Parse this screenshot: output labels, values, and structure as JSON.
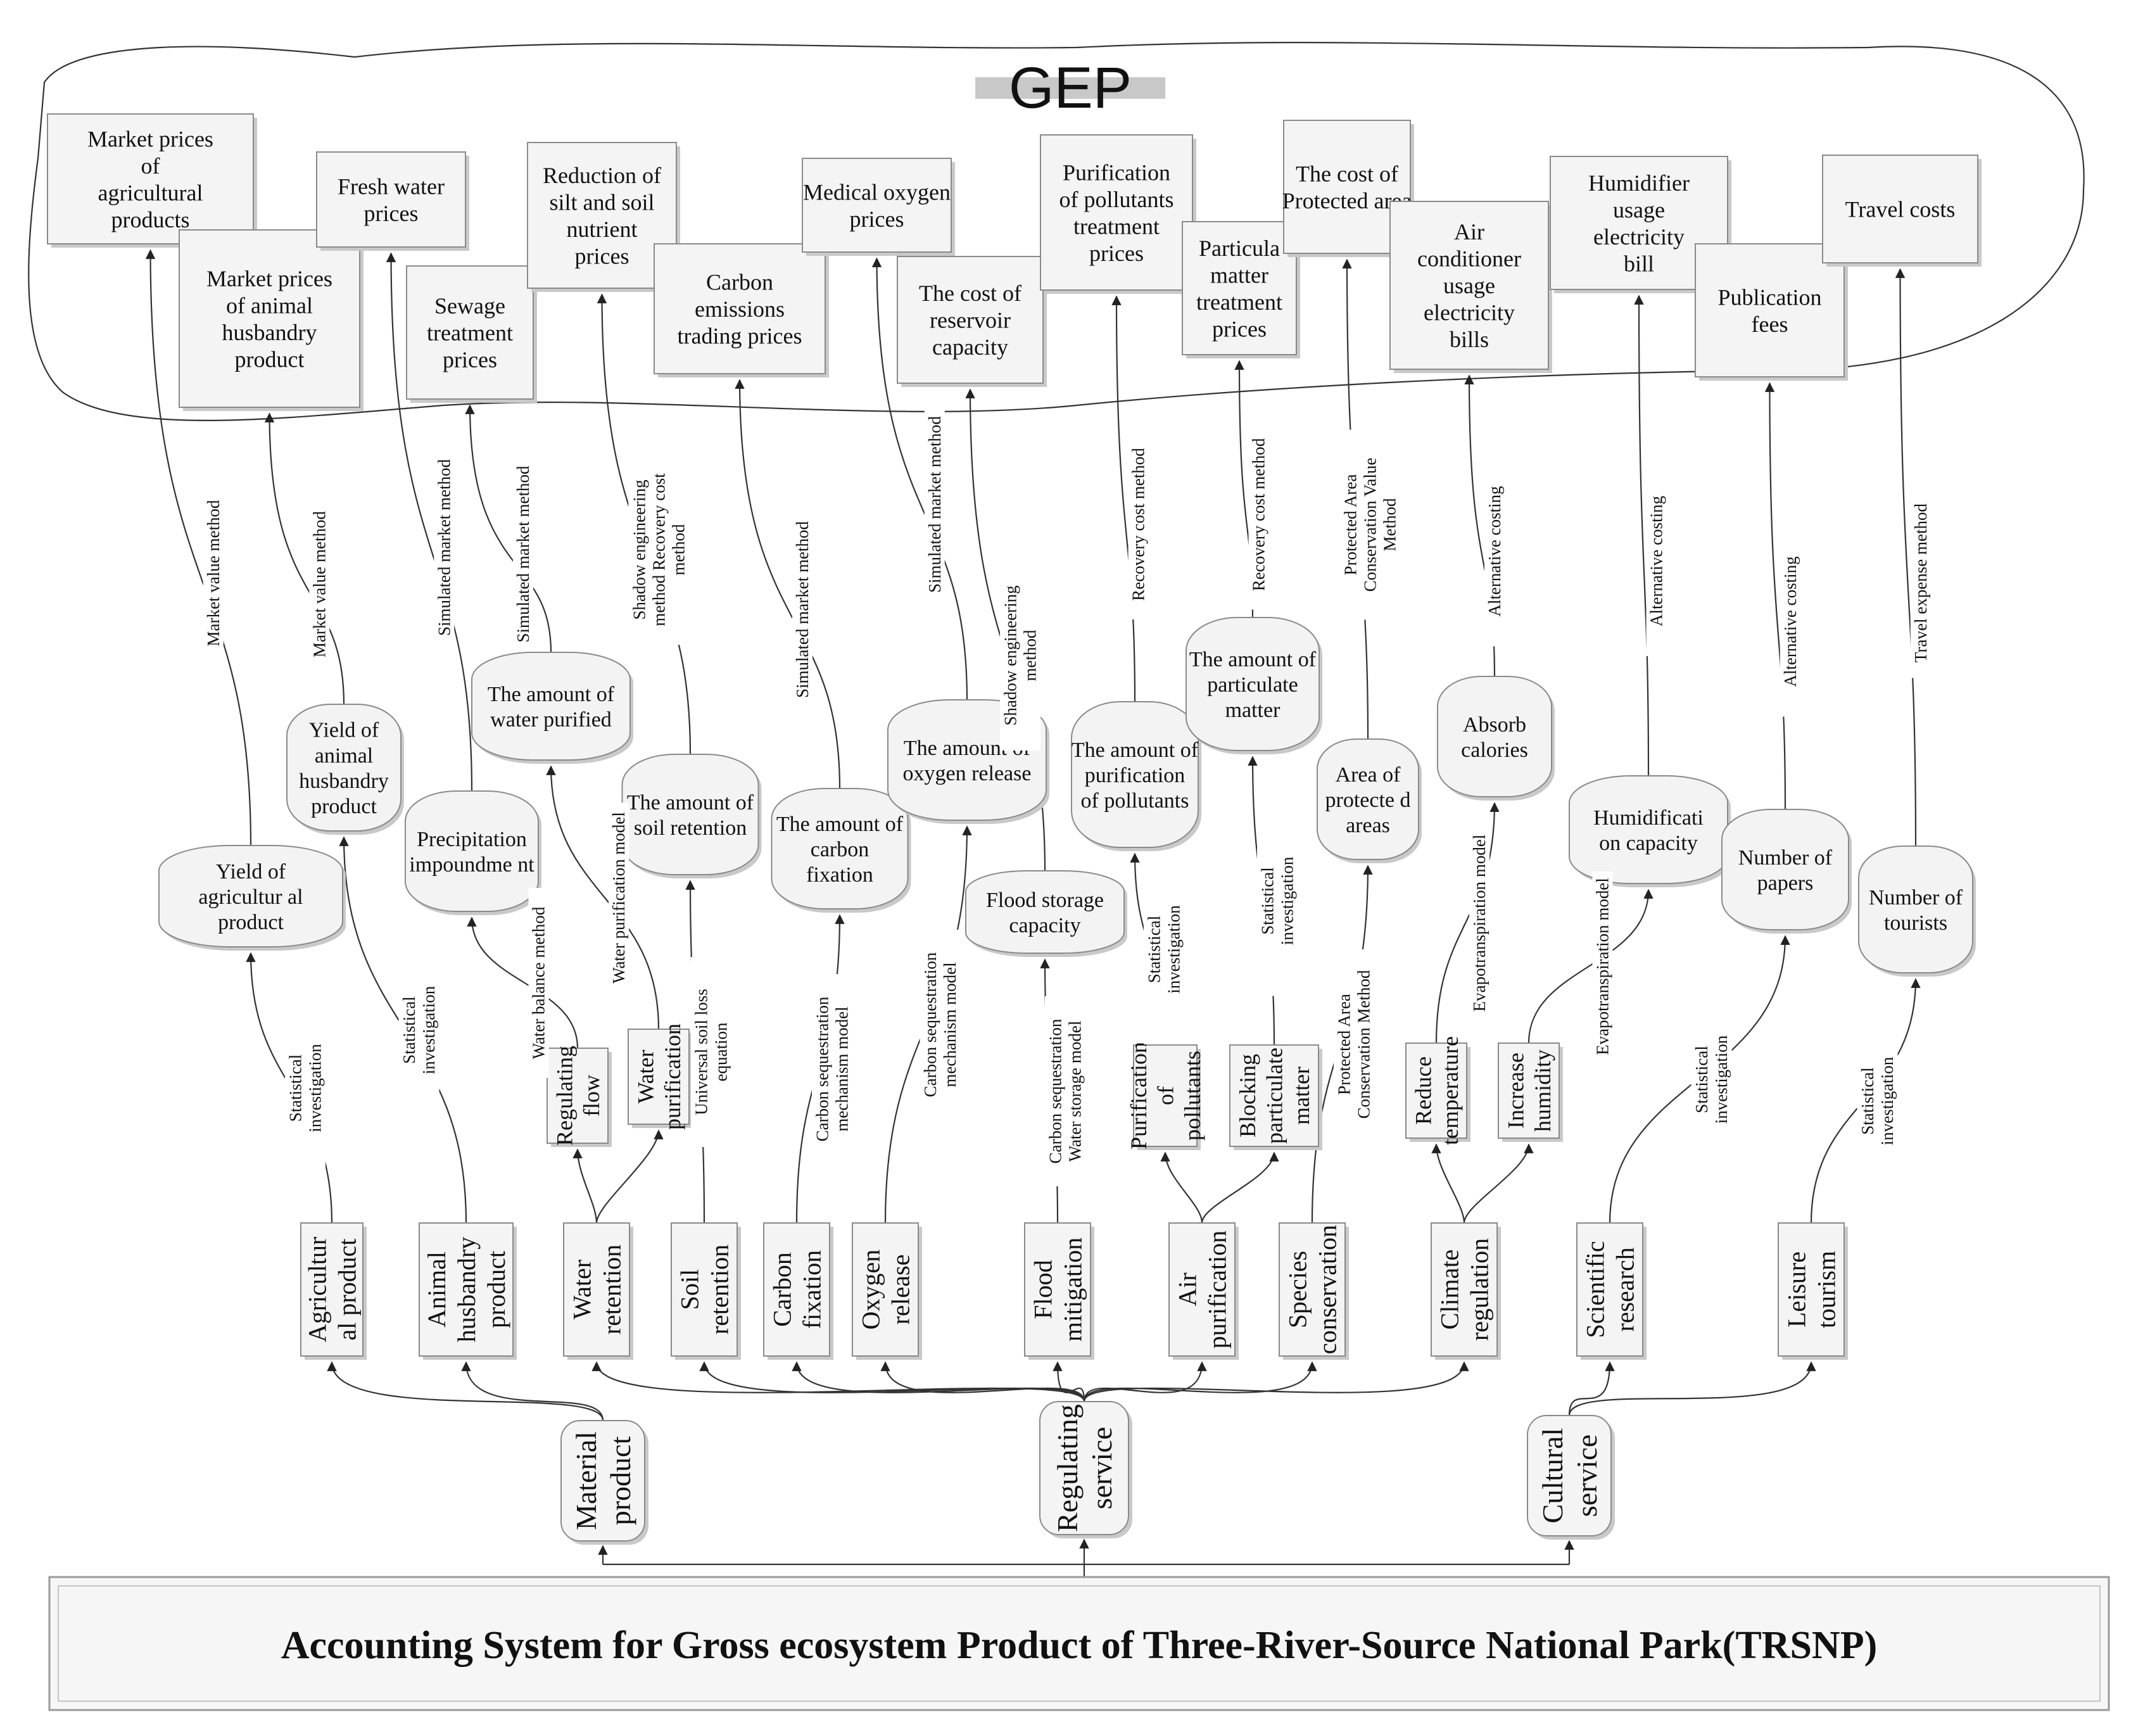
{
  "gep_label": "GEP",
  "title": "Accounting System for Gross ecosystem Product of Three-River-Source National Park(TRSNP)",
  "categories": [
    {
      "id": "material",
      "label": "Material product"
    },
    {
      "id": "regulating",
      "label": "Regulating service"
    },
    {
      "id": "cultural",
      "label": "Cultural service"
    }
  ],
  "services": [
    {
      "id": "agri",
      "label": "Agricultur al product",
      "category": "material"
    },
    {
      "id": "animal",
      "label": "Animal husbandry product",
      "category": "material"
    },
    {
      "id": "water_ret",
      "label": "Water retention",
      "category": "regulating"
    },
    {
      "id": "soil_ret",
      "label": "Soil retention",
      "category": "regulating"
    },
    {
      "id": "carbon_fix",
      "label": "Carbon fixation",
      "category": "regulating"
    },
    {
      "id": "oxygen_rel",
      "label": "Oxygen release",
      "category": "regulating"
    },
    {
      "id": "flood_mit",
      "label": "Flood mitigation",
      "category": "regulating"
    },
    {
      "id": "air_pur",
      "label": "Air purification",
      "category": "regulating"
    },
    {
      "id": "species",
      "label": "Species conservation",
      "category": "regulating"
    },
    {
      "id": "climate",
      "label": "Climate regulation",
      "category": "regulating"
    },
    {
      "id": "sci",
      "label": "Scientific research",
      "category": "cultural"
    },
    {
      "id": "leisure",
      "label": "Leisure tourism",
      "category": "cultural"
    }
  ],
  "sub_services": [
    {
      "id": "reg_flow",
      "label": "Regulating flow",
      "parent": "water_ret"
    },
    {
      "id": "water_pur",
      "label": "Water purification",
      "parent": "water_ret"
    },
    {
      "id": "pur_poll",
      "label": "Purification of pollutants",
      "parent": "air_pur"
    },
    {
      "id": "block_pm",
      "label": "Blocking particulate matter",
      "parent": "air_pur"
    },
    {
      "id": "red_temp",
      "label": "Reduce temperature",
      "parent": "climate"
    },
    {
      "id": "inc_hum",
      "label": "Increase humidity",
      "parent": "climate"
    }
  ],
  "quantities": [
    {
      "id": "q_agri",
      "label": "Yield of agricultur al product",
      "from": "agri",
      "method": "Statistical investigation"
    },
    {
      "id": "q_animal",
      "label": "Yield of animal husbandry product",
      "from": "animal",
      "method": "Statistical investigation"
    },
    {
      "id": "q_precip",
      "label": "Precipitation impoundme nt",
      "from": "reg_flow",
      "method": "Water balance method"
    },
    {
      "id": "q_water_pur",
      "label": "The amount of water purified",
      "from": "water_pur",
      "method": "Water purification model"
    },
    {
      "id": "q_soil",
      "label": "The amount of soil retention",
      "from": "soil_ret",
      "method": "Universal soil loss equation"
    },
    {
      "id": "q_carbon",
      "label": "The amount of carbon fixation",
      "from": "carbon_fix",
      "method": "Carbon sequestration mechanism model"
    },
    {
      "id": "q_oxygen",
      "label": "The amount of oxygen release",
      "from": "oxygen_rel",
      "method": "Carbon sequestration mechanism model"
    },
    {
      "id": "q_flood",
      "label": "Flood storage capacity",
      "from": "flood_mit",
      "method": "Carbon sequestration Water storage model"
    },
    {
      "id": "q_poll",
      "label": "The amount of purification of pollutants",
      "from": "pur_poll",
      "method": "Statistical investigation"
    },
    {
      "id": "q_pm",
      "label": "The amount of particulate matter",
      "from": "block_pm",
      "method": "Statistical investigation"
    },
    {
      "id": "q_protect",
      "label": "Area of protecte d areas",
      "from": "species",
      "method": "Protected Area Conservation Method"
    },
    {
      "id": "q_absorb",
      "label": "Absorb calories",
      "from": "red_temp",
      "method": "Evapotranspiration model"
    },
    {
      "id": "q_humid",
      "label": "Humidificati on capacity",
      "from": "inc_hum",
      "method": "Evapotranspiration model"
    },
    {
      "id": "q_papers",
      "label": "Number of papers",
      "from": "sci",
      "method": "Statistical investigation"
    },
    {
      "id": "q_tourists",
      "label": "Number of tourists",
      "from": "leisure",
      "method": "Statistical investigation"
    }
  ],
  "prices": [
    {
      "id": "p_agri",
      "label": "Market prices of agricultural products",
      "from": "q_agri",
      "method": "Market value method"
    },
    {
      "id": "p_animal",
      "label": "Market prices of animal husbandry product",
      "from": "q_animal",
      "method": "Market value method"
    },
    {
      "id": "p_fresh",
      "label": "Fresh water prices",
      "from": "q_precip",
      "method": "Simulated market method"
    },
    {
      "id": "p_sewage",
      "label": "Sewage treatment prices",
      "from": "q_water_pur",
      "method": "Simulated market method"
    },
    {
      "id": "p_silt",
      "label": "Reduction of silt and soil nutrient prices",
      "from": "q_soil",
      "method": "Shadow engineering method Recovery cost method"
    },
    {
      "id": "p_carbon",
      "label": "Carbon emissions trading prices",
      "from": "q_carbon",
      "method": "Simulated market method"
    },
    {
      "id": "p_oxygen",
      "label": "Medical oxygen prices",
      "from": "q_oxygen",
      "method": "Simulated market method"
    },
    {
      "id": "p_reservoir",
      "label": "The cost of reservoir capacity",
      "from": "q_flood",
      "method": "Shadow engineering method"
    },
    {
      "id": "p_poll",
      "label": "Purification of pollutants treatment prices",
      "from": "q_poll",
      "method": "Recovery cost method"
    },
    {
      "id": "p_pm",
      "label": "Particula matter treatment prices",
      "from": "q_pm",
      "method": "Recovery cost method"
    },
    {
      "id": "p_protect",
      "label": "The cost of Protected area",
      "from": "q_protect",
      "method": "Protected Area Conservation Value Method"
    },
    {
      "id": "p_aircon",
      "label": "Air conditioner usage electricity bills",
      "from": "q_absorb",
      "method": "Alternative costing"
    },
    {
      "id": "p_humid",
      "label": "Humidifier usage electricity bill",
      "from": "q_humid",
      "method": "Alternative costing"
    },
    {
      "id": "p_pub",
      "label": "Publication fees",
      "from": "q_papers",
      "method": "Alternative costing"
    },
    {
      "id": "p_travel",
      "label": "Travel costs",
      "from": "q_tourists",
      "method": "Travel expense method"
    }
  ],
  "colors": {
    "box_fill": "#f4f4f4",
    "box_stroke": "#8a8a8a",
    "shadow": "#c9c9c9",
    "line": "#333333"
  }
}
